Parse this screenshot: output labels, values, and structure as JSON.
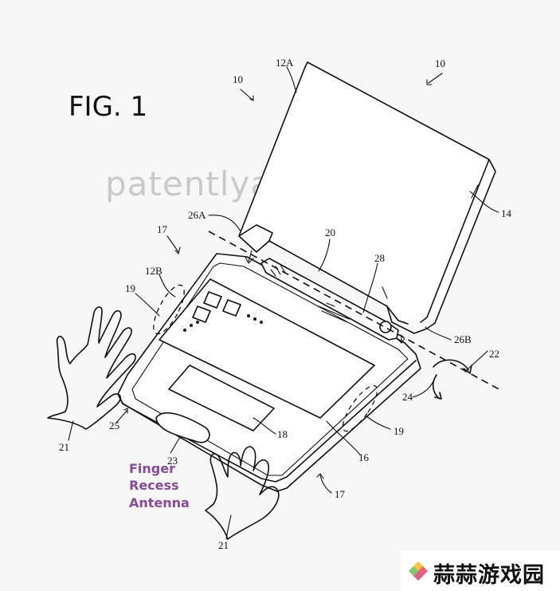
{
  "figure": {
    "title": "FIG. 1",
    "watermark": "patentlyapple.com",
    "annotation_lines": [
      "Finger",
      "Recess",
      "Antenna"
    ],
    "site_logo_text": "蒜蒜游戏园",
    "reference_numerals": {
      "device_left": "10",
      "device_right": "10",
      "upper_housing": "12A",
      "lower_housing": "12B",
      "display": "14",
      "keyboard": "16",
      "edge_bottom": "17",
      "edge_top": "17",
      "trackpad": "18",
      "antenna_left": "19",
      "antenna_right": "19",
      "hinge": "20",
      "hand_left": "21",
      "hand_bottom": "21",
      "rotation_axis": "22",
      "finger_recess": "23",
      "rotation_direction": "24",
      "front_edge": "25",
      "hinge_left": "26A",
      "hinge_right": "26B",
      "hinge_region": "28"
    }
  }
}
